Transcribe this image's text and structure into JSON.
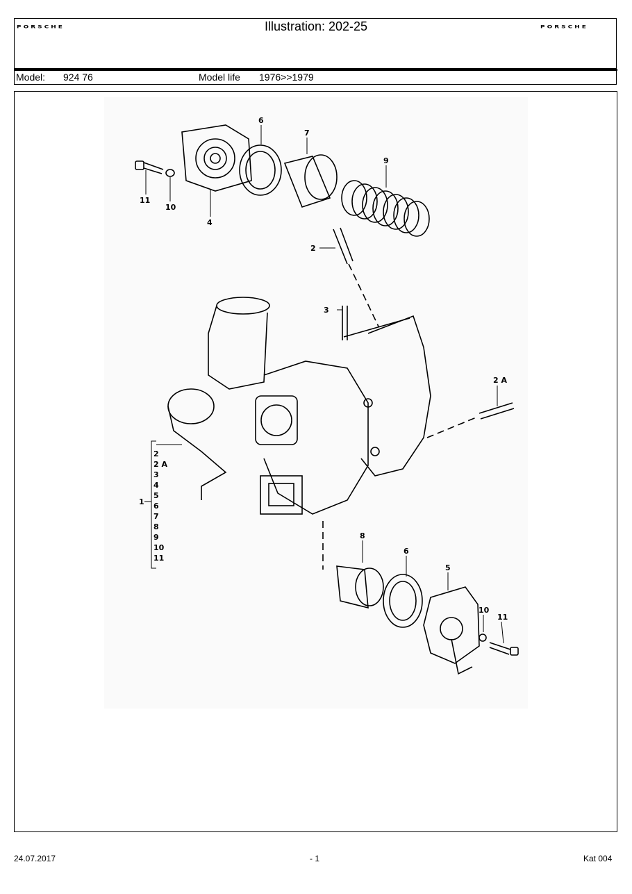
{
  "header": {
    "brand_left": "PORSCHE",
    "brand_right": "PORSCHE",
    "title": "Illustration: 202-25"
  },
  "model_row": {
    "model_label": "Model:",
    "model_value": "924 76",
    "life_label": "Model life",
    "life_value": "1976>>1979"
  },
  "diagram": {
    "icon": "turbocharger-exploded-view",
    "callouts": {
      "c2a": "2",
      "c3": "3",
      "c2A": "2 A",
      "c4": "4",
      "c5": "5",
      "c6a": "6",
      "c6b": "6",
      "c7": "7",
      "c8": "8",
      "c9": "9",
      "c10a": "10",
      "c10b": "10",
      "c11a": "11",
      "c11b": "11",
      "c1": "1"
    },
    "assembly_list": [
      "2",
      "2 A",
      "3",
      "4",
      "5",
      "6",
      "7",
      "8",
      "9",
      "10",
      "11"
    ]
  },
  "footer": {
    "date": "24.07.2017",
    "page": "- 1",
    "catalog": "Kat 004"
  }
}
